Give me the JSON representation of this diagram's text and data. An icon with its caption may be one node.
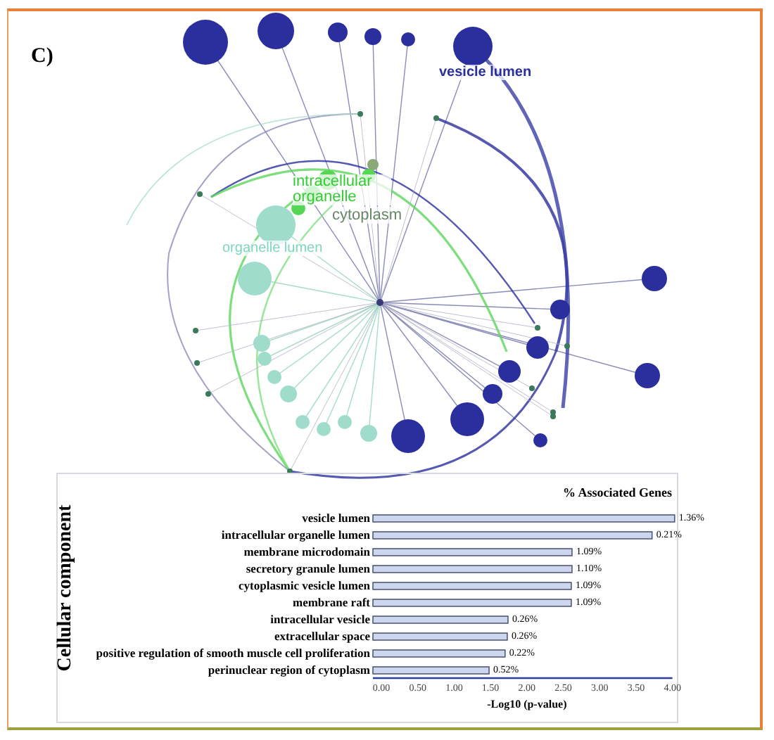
{
  "diagram": {
    "labels": [
      "C)",
      "vesicle lumen",
      "intracellular organelle",
      "cytoplasm",
      "organelle lumen",
      "% Associated Genes"
    ],
    "chart_data": {
      "type": "bar",
      "orientation": "horizontal",
      "xlabel": "-Log10 (p-value)",
      "ylabel": "Cellular component",
      "categories": [
        "vesicle lumen",
        "intracellular organelle lumen",
        "membrane microdomain",
        "secretory granule lumen",
        "cytoplasmic vesicle lumen",
        "membrane raft",
        "intracellular vesicle",
        "extracellular space",
        "positive regulation of smooth muscle cell proliferation",
        "perinuclear region of cytoplasm"
      ],
      "values": [
        4.03,
        3.72,
        2.62,
        2.62,
        2.61,
        2.61,
        1.74,
        1.73,
        1.7,
        1.48
      ],
      "annotations": [
        "1.36%",
        "0.21%",
        "1.09%",
        "1.10%",
        "1.09%",
        "1.09%",
        "0.26%",
        "0.26%",
        "0.22%",
        "0.52%"
      ],
      "xlim": [
        0,
        4.1
      ],
      "xticks": [
        {
          "value": 0,
          "label": "0.00"
        },
        {
          "value": 0.5,
          "label": "0.50"
        },
        {
          "value": 1,
          "label": "1.00"
        },
        {
          "value": 1.5,
          "label": "1.50"
        },
        {
          "value": 2,
          "label": "2.00"
        },
        {
          "value": 2.5,
          "label": "2.50"
        },
        {
          "value": 3,
          "label": "3.00"
        },
        {
          "value": 3.5,
          "label": "3.50"
        },
        {
          "value": 4,
          "label": "4.00"
        }
      ]
    }
  }
}
